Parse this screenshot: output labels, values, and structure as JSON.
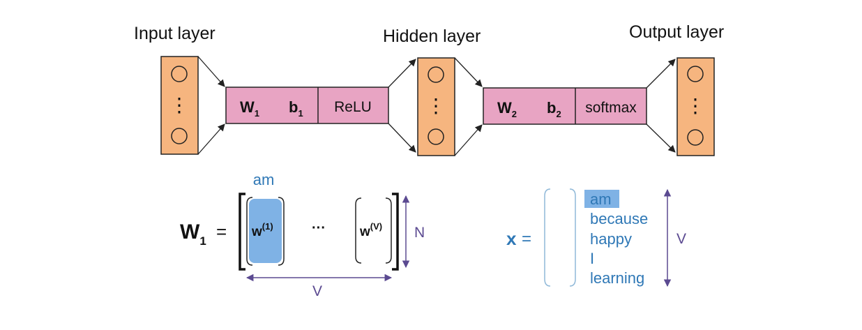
{
  "network": {
    "input_label": "Input layer",
    "hidden_label": "Hidden layer",
    "output_label": "Output layer",
    "block1": {
      "weight": "W",
      "weight_sub": "1",
      "bias": "b",
      "bias_sub": "1",
      "activation": "ReLU"
    },
    "block2": {
      "weight": "W",
      "weight_sub": "2",
      "bias": "b",
      "bias_sub": "2",
      "activation": "softmax"
    },
    "ellipsis": "⋮"
  },
  "matrix": {
    "name": "W",
    "name_sub": "1",
    "equals": "=",
    "column_word": "am",
    "first_col": "w",
    "first_col_sup": "(1)",
    "dots": "···",
    "last_col": "w",
    "last_col_sup": "(V)",
    "rows_label": "N",
    "cols_label": "V"
  },
  "vector": {
    "name": "x",
    "equals": "=",
    "vocab": [
      "am",
      "because",
      "happy",
      "I",
      "learning"
    ],
    "highlighted_index": 0,
    "size_label": "V"
  },
  "colors": {
    "layer_fill": "#f6b57f",
    "block_fill": "#d58fb0",
    "highlight": "#7fb2e5",
    "blue_text": "#2f78b6",
    "arrow": "#5b4a91"
  }
}
